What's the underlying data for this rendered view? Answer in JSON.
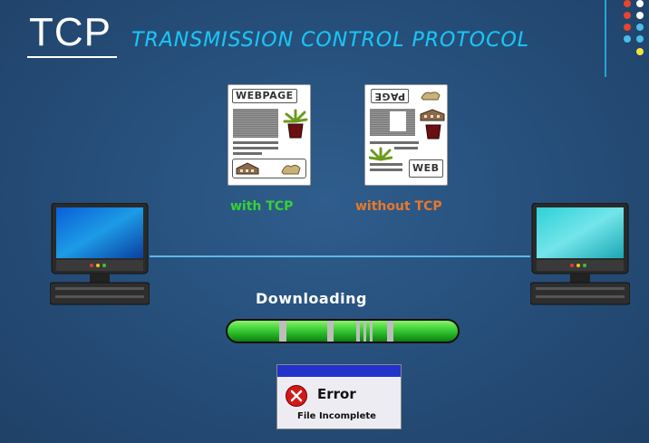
{
  "header": {
    "title": "TCP",
    "subtitle": "TRANSMISSION CONTROL PROTOCOL"
  },
  "pages": {
    "with_tcp": {
      "header": "WEBPAGE",
      "caption": "with TCP"
    },
    "without_tcp": {
      "header_word_1": "PAGE",
      "header_word_2": "WEB",
      "caption": "without TCP"
    }
  },
  "download": {
    "label": "Downloading"
  },
  "error_dialog": {
    "title": "Error",
    "message": "File Incomplete"
  },
  "colors": {
    "background": "#27507c",
    "subtitle": "#1ec3f2",
    "with_tcp": "#35d235",
    "without_tcp": "#e8782a",
    "progress": "#3fd23a",
    "error_header": "#2233cc",
    "error_icon": "#d11a1a"
  }
}
